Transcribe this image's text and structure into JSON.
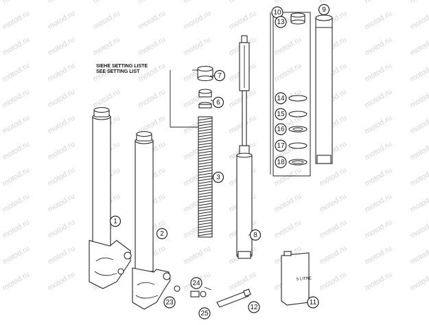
{
  "setting_note": {
    "line1": "SIEHE SETTING LISTE",
    "line2": "SEE SETTING LIST"
  },
  "callouts": [
    {
      "id": "1",
      "label": "1"
    },
    {
      "id": "2",
      "label": "2"
    },
    {
      "id": "3",
      "label": "3"
    },
    {
      "id": "6",
      "label": "6"
    },
    {
      "id": "7",
      "label": "7"
    },
    {
      "id": "8",
      "label": "8"
    },
    {
      "id": "9",
      "label": "9"
    },
    {
      "id": "10",
      "label": "10"
    },
    {
      "id": "11",
      "label": "11"
    },
    {
      "id": "12",
      "label": "12"
    },
    {
      "id": "13",
      "label": "13"
    },
    {
      "id": "14",
      "label": "14"
    },
    {
      "id": "15",
      "label": "15"
    },
    {
      "id": "16",
      "label": "16"
    },
    {
      "id": "17",
      "label": "17"
    },
    {
      "id": "18",
      "label": "18"
    },
    {
      "id": "23",
      "label": "23"
    },
    {
      "id": "24",
      "label": "24"
    },
    {
      "id": "25",
      "label": "25"
    }
  ],
  "oil_can_label": "5 LITRE",
  "watermark": "motod.ru"
}
